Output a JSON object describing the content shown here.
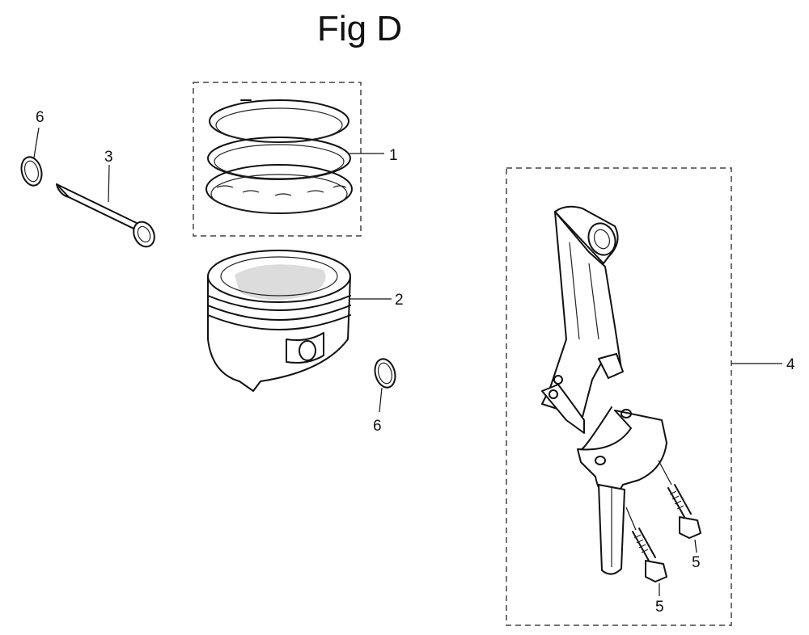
{
  "figure": {
    "title": "Fig D"
  },
  "callouts": {
    "piston_rings": "1",
    "piston": "2",
    "piston_pin": "3",
    "connecting_rod": "4",
    "rod_bolt_right": "5",
    "rod_bolt_bottom": "5",
    "clip_top_left": "6",
    "clip_right": "6"
  }
}
